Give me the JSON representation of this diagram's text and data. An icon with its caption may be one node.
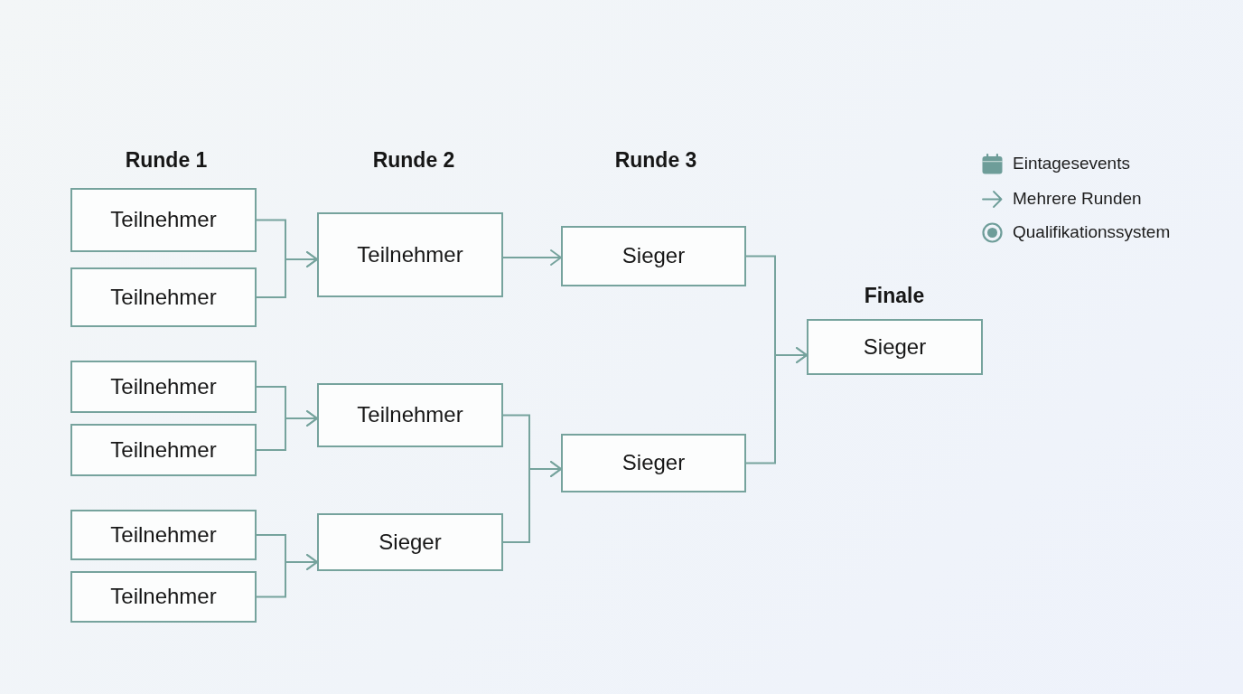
{
  "diagram": {
    "nodes": [
      {
        "text": [
          "Teilnehmer"
        ]
      },
      {
        "text": [
          "Teilnehmer"
        ]
      },
      {
        "text": [
          "Teilnehmer"
        ]
      },
      {
        "text": [
          "Teilnehmer"
        ]
      },
      {
        "text": [
          "Teilnehmer"
        ]
      },
      {
        "text": [
          "Teilnehmer"
        ]
      },
      {
        "text": [
          "Teilnehmer"
        ]
      },
      {
        "text": [
          "Teilnehmer"
        ]
      },
      {
        "text": [
          "Sieger"
        ]
      },
      {
        "text": [
          "Sieger"
        ]
      },
      {
        "text": [
          "Sieger"
        ]
      },
      {
        "text": [
          "Sieger"
        ]
      }
    ],
    "edges": [
      {
        "from": 0,
        "to": 6,
        "arrow": "to"
      },
      {
        "from": 1,
        "to": 6,
        "arrow": "to"
      },
      {
        "from": 2,
        "to": 7,
        "arrow": "to"
      },
      {
        "from": 3,
        "to": 7,
        "arrow": "to"
      },
      {
        "from": 4,
        "to": 8,
        "arrow": "to"
      },
      {
        "from": 5,
        "to": 8,
        "arrow": "to"
      },
      {
        "from": 6,
        "to": 9,
        "arrow": "to"
      },
      {
        "from": 7,
        "to": 10,
        "arrow": "to"
      },
      {
        "from": 8,
        "to": 10,
        "arrow": "to"
      },
      {
        "from": 9,
        "to": 11,
        "arrow": "to"
      },
      {
        "from": 10,
        "to": 11,
        "arrow": "to"
      }
    ],
    "labels": [
      "Runde 1",
      "Runde 2",
      "Runde 3",
      "Finale"
    ],
    "legend": [
      {
        "text": "Eintagesevents"
      },
      {
        "text": "Mehrere Runden"
      },
      {
        "text": "Qualifikationssystem"
      }
    ]
  }
}
